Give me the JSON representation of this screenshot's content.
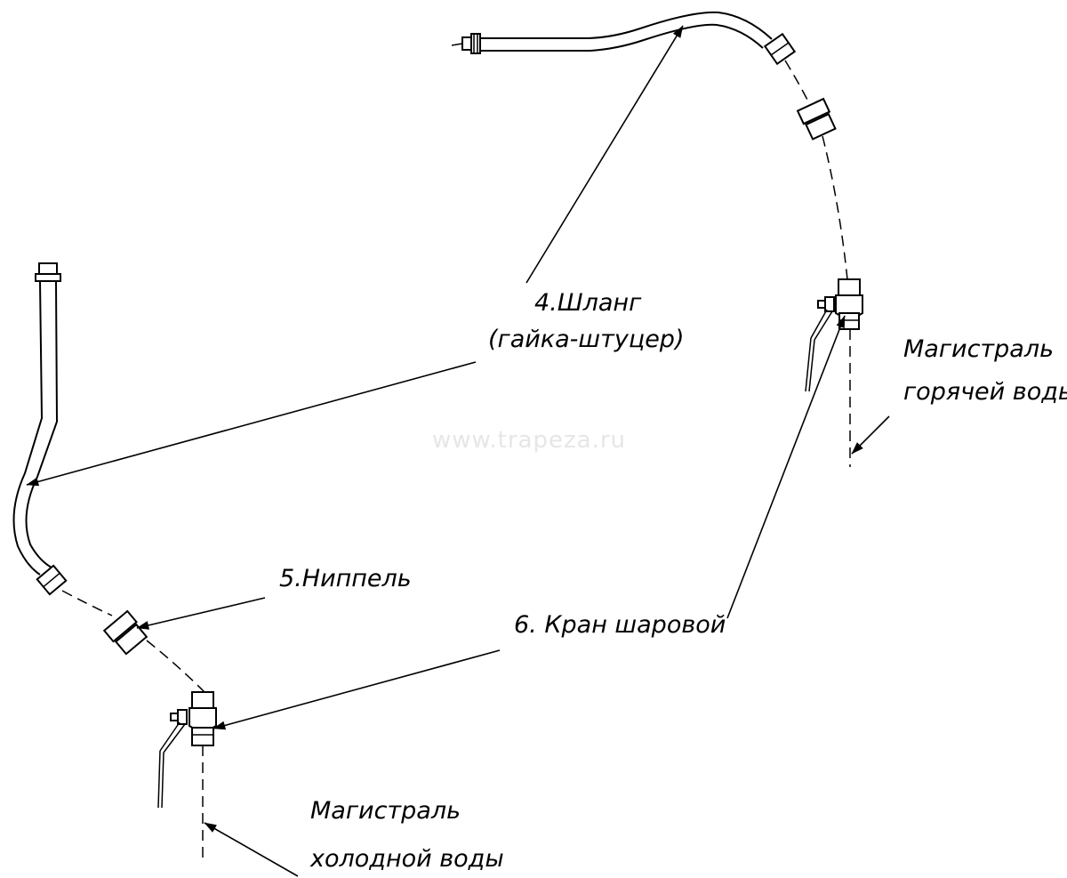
{
  "labels": {
    "hose_line1": "4.Шланг",
    "hose_line2": "(гайка-штуцер)",
    "nipple": "5.Ниппель",
    "valve": "6. Кран шаровой",
    "hot_line1": "Магистраль",
    "hot_line2": "горячей воды",
    "cold_line1": "Магистраль",
    "cold_line2": "холодной воды"
  },
  "watermark": "www.trapeza.ru",
  "colors": {
    "ink": "#000000",
    "background": "#ffffff",
    "watermark": "#e6e6e6"
  }
}
